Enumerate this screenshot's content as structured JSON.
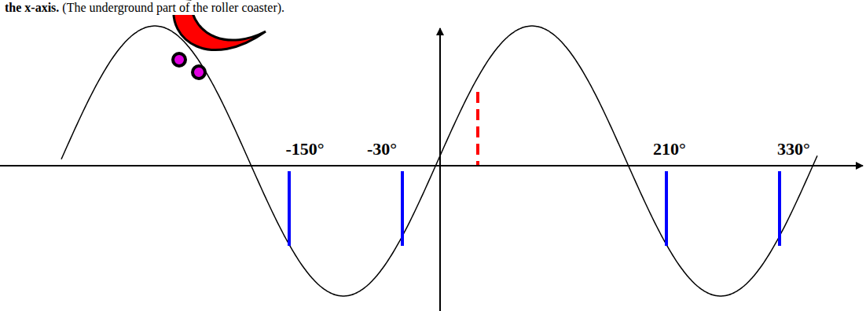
{
  "diagram": {
    "labels": [
      "the x-axis.",
      "(The underground part of the roller coaster).",
      "-150°",
      "-30°",
      "210°",
      "330°"
    ]
  }
}
